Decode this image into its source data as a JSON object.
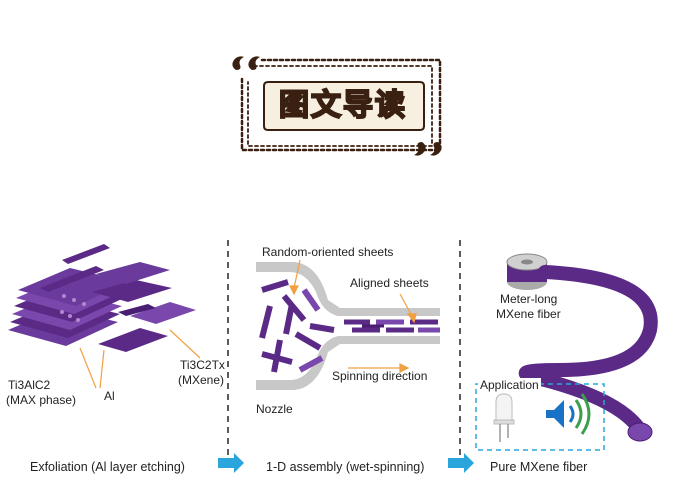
{
  "banner": {
    "title": "图文导读"
  },
  "figure": {
    "panel1": {
      "label_max": "Ti3AlC2",
      "label_max_sub": "(MAX phase)",
      "label_al": "Al",
      "label_mxene": "Ti3C2Tx",
      "label_mxene_sub": "(MXene)",
      "caption": "Exfoliation (Al layer etching)"
    },
    "panel2": {
      "label_random": "Random-oriented sheets",
      "label_aligned": "Aligned sheets",
      "label_direction": "Spinning direction",
      "label_nozzle": "Nozzle",
      "caption": "1-D assembly (wet-spinning)"
    },
    "panel3": {
      "label_meter": "Meter-long",
      "label_fiber": "MXene fiber",
      "label_application": "Application",
      "caption": "Pure MXene fiber"
    },
    "colors": {
      "purple": "#5b2a86",
      "purple_light": "#8a5bb5",
      "orange": "#f0a040",
      "cyan": "#2aa6dc",
      "blue": "#1a72c8",
      "green": "#3aa04a",
      "gray": "#c8c8c8"
    }
  }
}
